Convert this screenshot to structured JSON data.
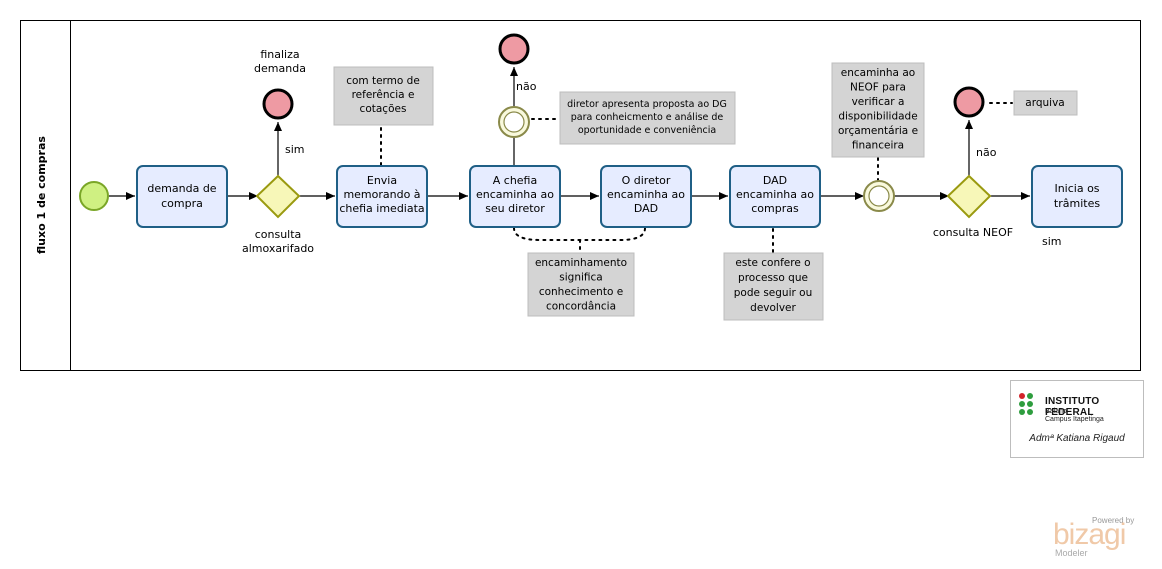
{
  "pool": {
    "lane_label": "fluxo 1 de compras"
  },
  "tasks": {
    "demanda": [
      "demanda de",
      "compra"
    ],
    "envia": [
      "Envia",
      "memorando à",
      "chefia imediata"
    ],
    "chefia": [
      "A chefia",
      "encaminha ao",
      "seu diretor"
    ],
    "diretor": [
      "O diretor",
      "encaminha ao",
      "DAD"
    ],
    "dad": [
      "DAD",
      "encaminha ao",
      "compras"
    ],
    "inicia": [
      "Inicia os",
      "trâmites"
    ]
  },
  "labels": {
    "finaliza": [
      "finaliza",
      "demanda"
    ],
    "sim1": "sim",
    "consulta_almox": [
      "consulta",
      "almoxarifado"
    ],
    "nao1": "não",
    "nao2": "não",
    "consulta_neof": "consulta  NEOF",
    "sim2": "sim"
  },
  "annotations": {
    "termo": [
      "com termo de",
      "referência e",
      "cotações"
    ],
    "dg": [
      "diretor apresenta proposta ao DG",
      "para conheicmento e análise de",
      "oportunidade e conveniência"
    ],
    "encaminhamento": [
      "encaminhamento",
      "significa",
      "conhecimento e",
      "concordância"
    ],
    "confere": [
      "este confere o",
      "processo que",
      "pode seguir ou",
      "devolver"
    ],
    "neof": [
      "encaminha ao",
      "NEOF para",
      "verificar a",
      "disponibilidade",
      "orçamentária e",
      "financeira"
    ],
    "arquiva": [
      "arquiva"
    ]
  },
  "logo": {
    "title": "INSTITUTO FEDERAL",
    "sub1": "Baiano",
    "sub2": "Campus Itapetinga",
    "author": "Admª Katiana Rigaud"
  },
  "branding": {
    "powered": "Powered by",
    "name": "bizagi",
    "product": "Modeler"
  },
  "colors": {
    "task_fill": "#e6ecff",
    "task_stroke": "#1f5f86",
    "end_fill": "#ee9aa3",
    "start_fill": "#cff082",
    "gateway_fill": "#f7f7b8",
    "annotation_fill": "#d4d4d4"
  }
}
